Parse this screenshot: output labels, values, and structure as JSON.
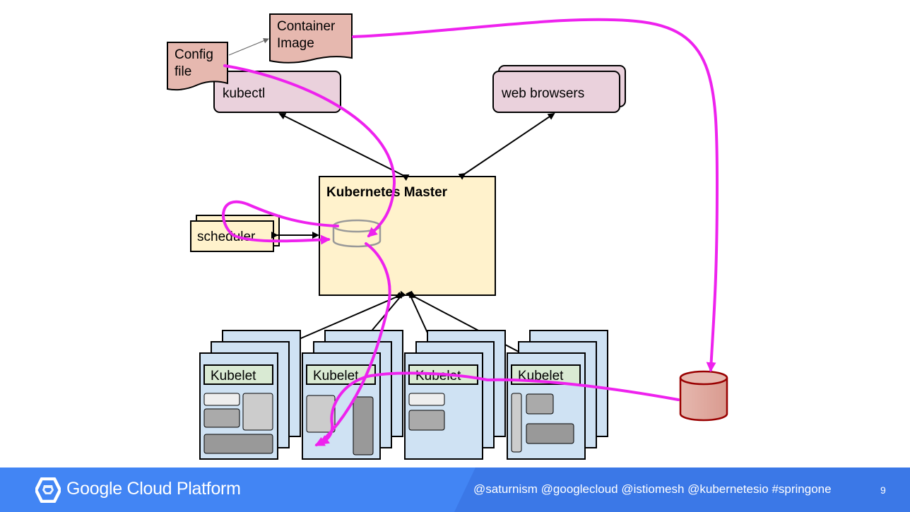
{
  "diagram": {
    "config_file": [
      "Config",
      "file"
    ],
    "container_image": [
      "Container",
      "Image"
    ],
    "kubectl": "kubectl",
    "web_browsers": "web browsers",
    "master": "Kubernetes Master",
    "scheduler": "scheduler",
    "kubelets": [
      "Kubelet",
      "Kubelet",
      "Kubelet",
      "Kubelet"
    ]
  },
  "colors": {
    "flow_arrow": "#ee22ee",
    "doc_fill": "#e6b8af",
    "client_fill": "#ead1dc",
    "master_fill": "#fff2cc",
    "node_fill": "#cfe2f3",
    "kubelet_fill": "#d9ead3",
    "storage_fill": "#e6b8af",
    "storage_stroke": "#990000",
    "footer": "#4285f4"
  },
  "footer": {
    "brand": "Google Cloud Platform",
    "logo_icon": "google-cloud-hexagon-icon",
    "handles": "@saturnism @googlecloud @istiomesh @kubernetesio #springone",
    "page_number": "9"
  }
}
